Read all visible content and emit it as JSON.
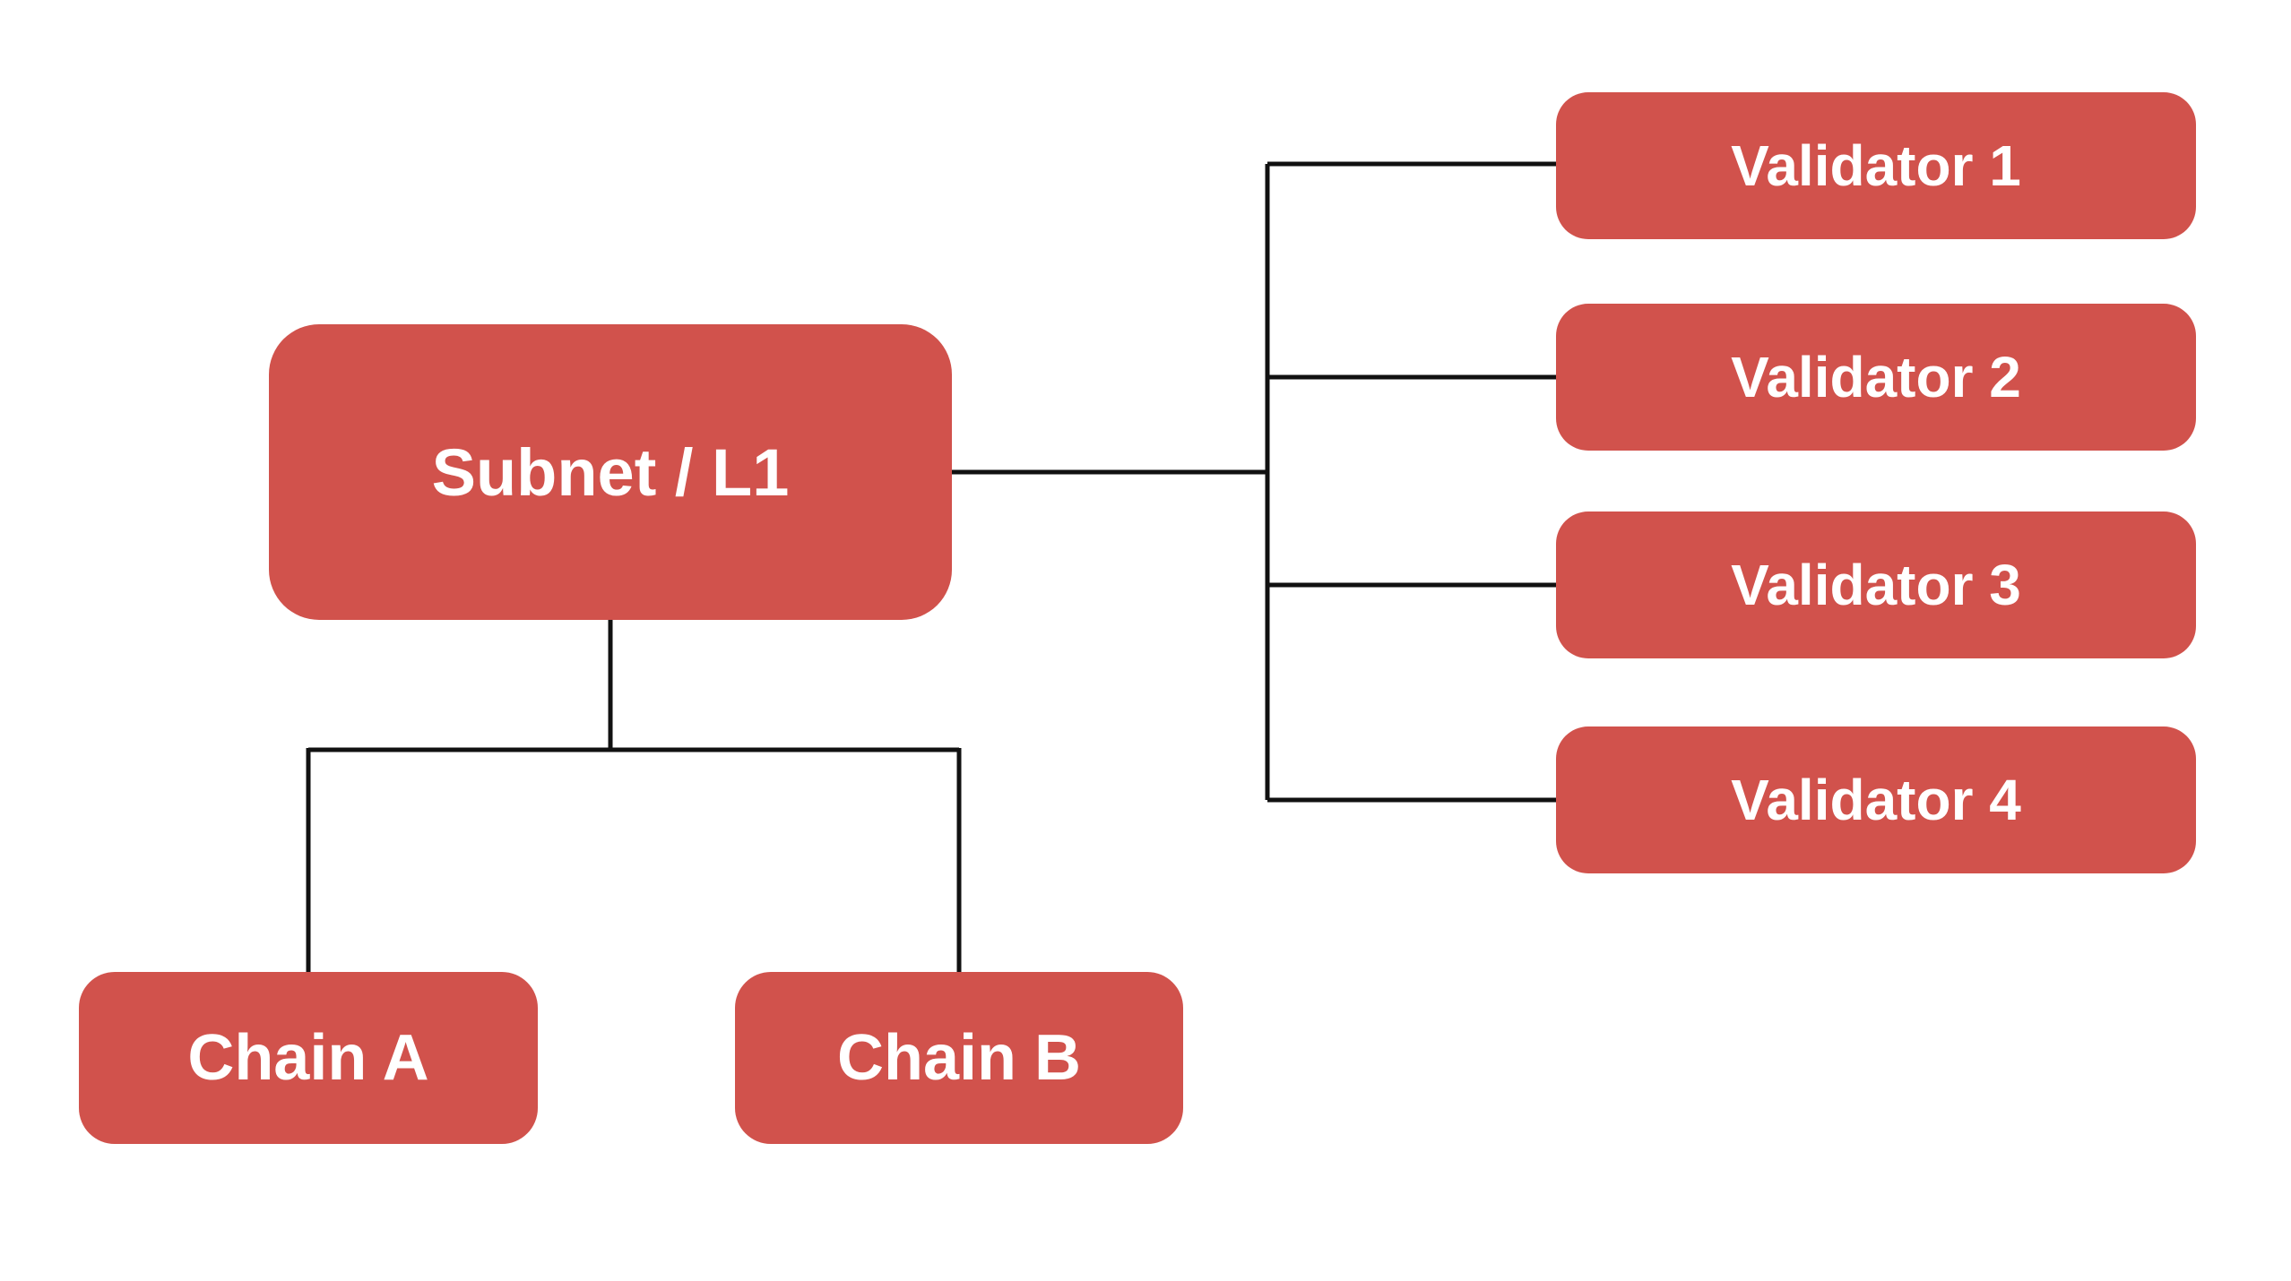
{
  "colors": {
    "background": "#ffffff",
    "node_fill": "#d1524c",
    "node_text": "#ffffff",
    "connector": "#111111"
  },
  "diagram": {
    "root": {
      "label": "Subnet / L1"
    },
    "chains": [
      {
        "label": "Chain A"
      },
      {
        "label": "Chain B"
      }
    ],
    "validators": [
      {
        "label": "Validator 1"
      },
      {
        "label": "Validator 2"
      },
      {
        "label": "Validator 3"
      },
      {
        "label": "Validator 4"
      }
    ]
  }
}
